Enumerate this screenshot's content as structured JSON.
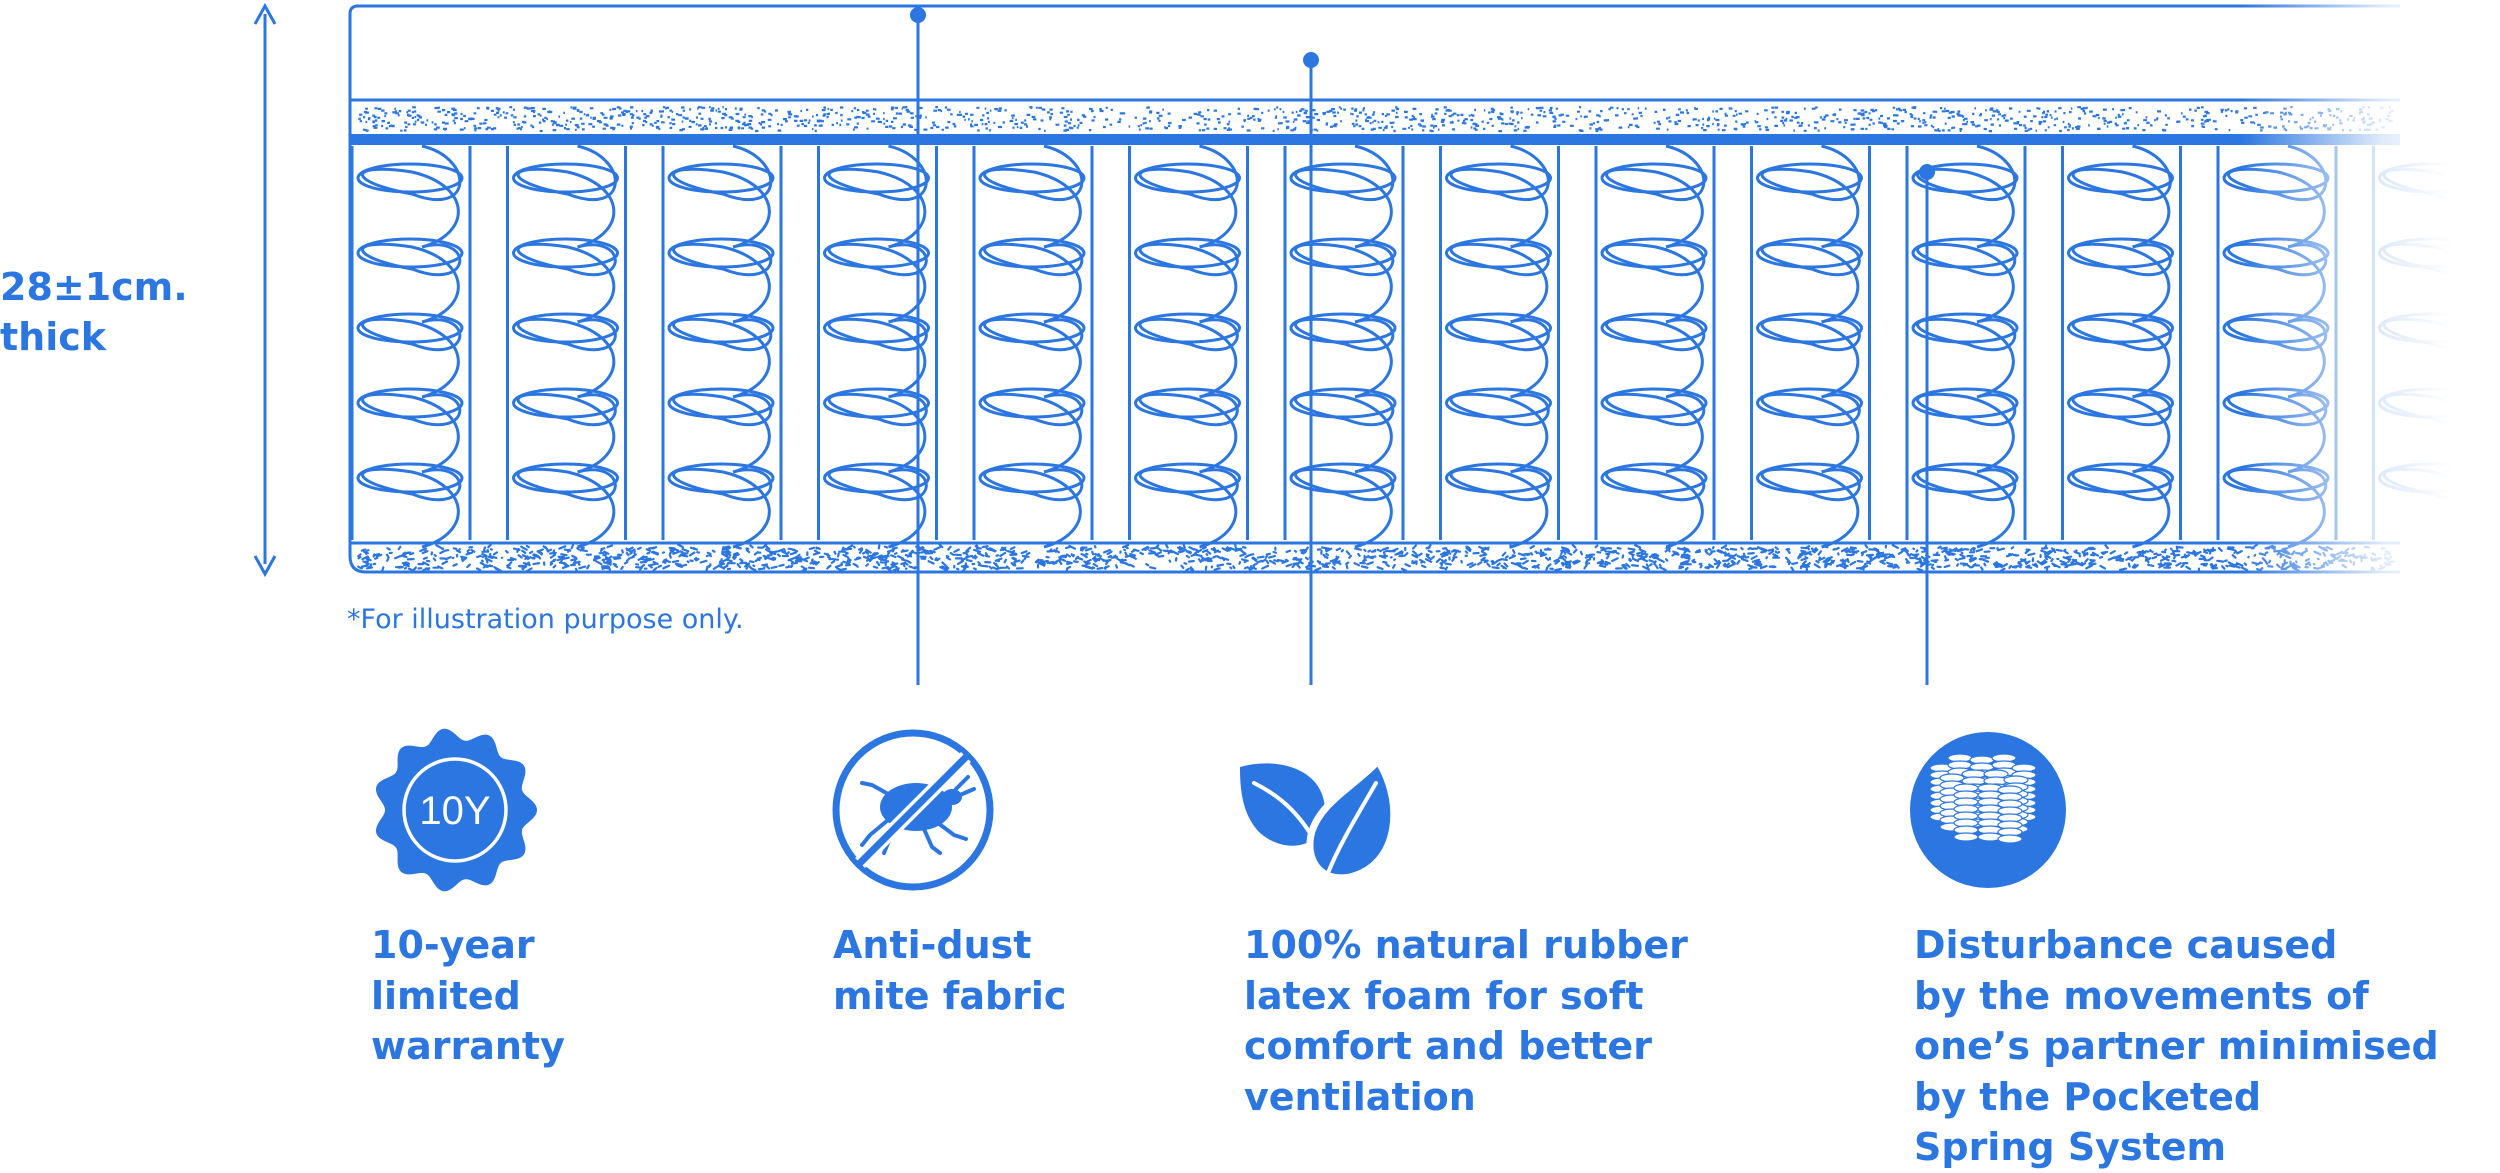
{
  "thickness": {
    "line1": "28±1cm.",
    "line2": "thick"
  },
  "disclaimer": "*For illustration purpose only.",
  "warranty_badge": "10Y",
  "features": [
    {
      "id": "warranty",
      "lines": [
        "10-year",
        "limited",
        "warranty"
      ],
      "icon": "warranty-badge-icon"
    },
    {
      "id": "anti-dust",
      "lines": [
        "Anti-dust",
        "mite fabric"
      ],
      "icon": "no-dust-mite-icon"
    },
    {
      "id": "latex",
      "lines": [
        "100% natural rubber",
        "latex foam for soft",
        "comfort and better",
        "ventilation"
      ],
      "icon": "leaf-icon"
    },
    {
      "id": "springs",
      "lines": [
        "Disturbance caused",
        "by the movements of",
        "one’s partner minimised",
        "by the Pocketed",
        "Spring System"
      ],
      "icon": "pocket-springs-icon"
    }
  ],
  "colors": {
    "primary": "#2b76e0",
    "background": "#ffffff"
  },
  "spring_columns": 14
}
